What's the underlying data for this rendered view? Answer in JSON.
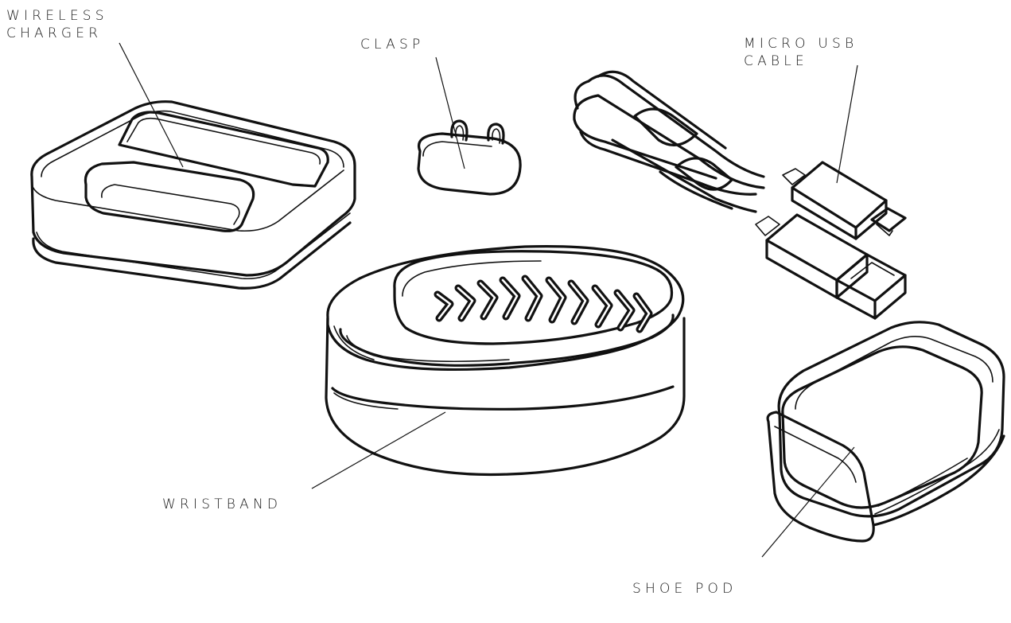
{
  "labels": {
    "wireless_charger_line1": "WIRELESS",
    "wireless_charger_line2": "CHARGER",
    "clasp": "CLASP",
    "micro_usb_line1": "MICRO USB",
    "micro_usb_line2": "CABLE",
    "wristband": "WRISTBAND",
    "shoe_pod": "SHOE POD"
  }
}
